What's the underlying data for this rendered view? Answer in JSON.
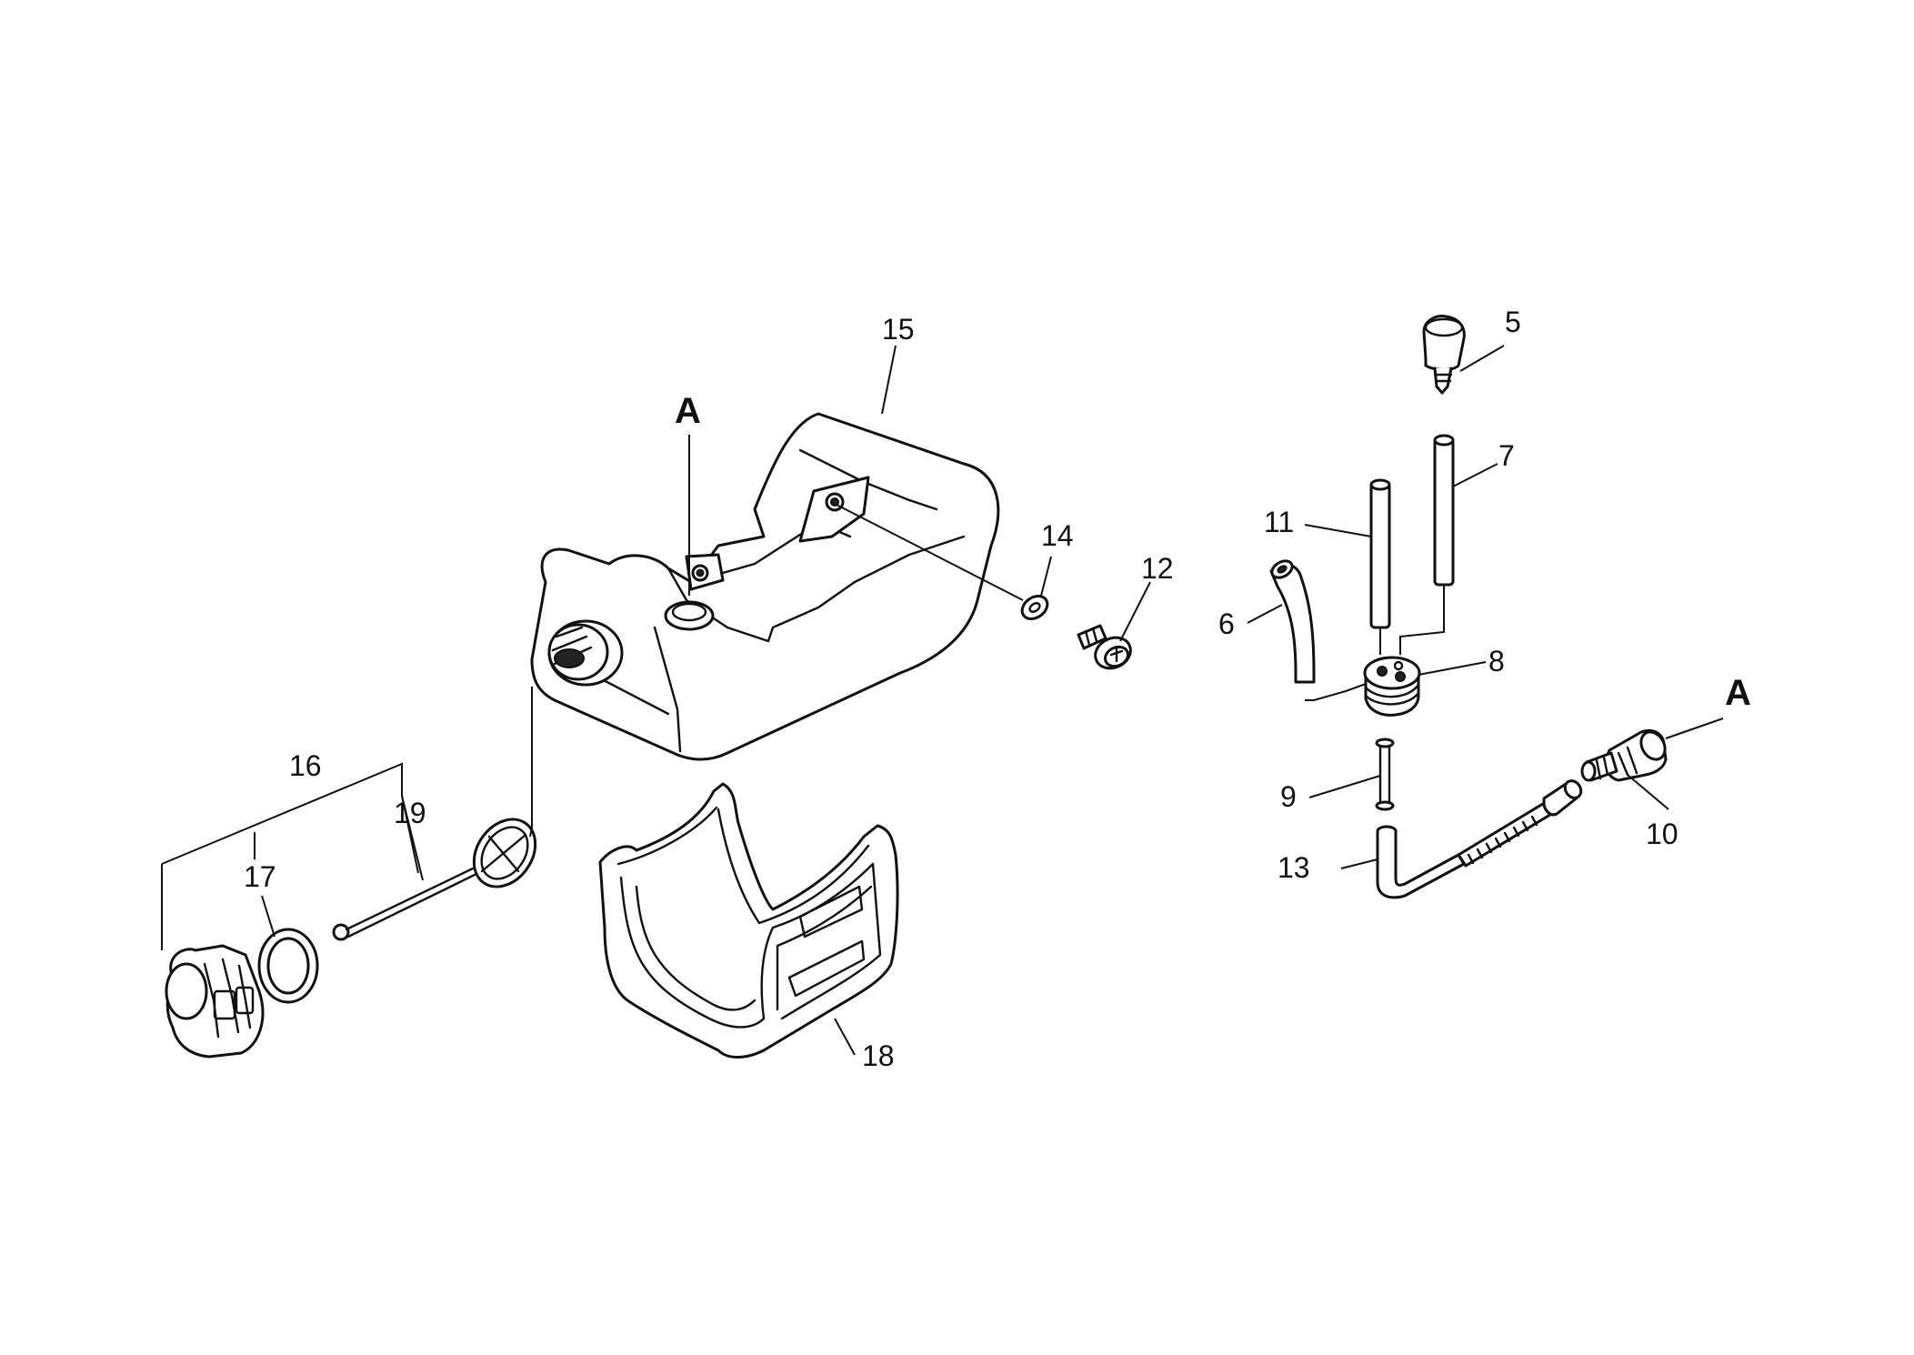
{
  "callouts": {
    "c5": "5",
    "c6": "6",
    "c7": "7",
    "c8": "8",
    "c9": "9",
    "c10": "10",
    "c11": "11",
    "c12": "12",
    "c13": "13",
    "c14": "14",
    "c15": "15",
    "c16": "16",
    "c17": "17",
    "c18": "18",
    "c19": "19",
    "ref_a_left": "A",
    "ref_a_right": "A"
  }
}
